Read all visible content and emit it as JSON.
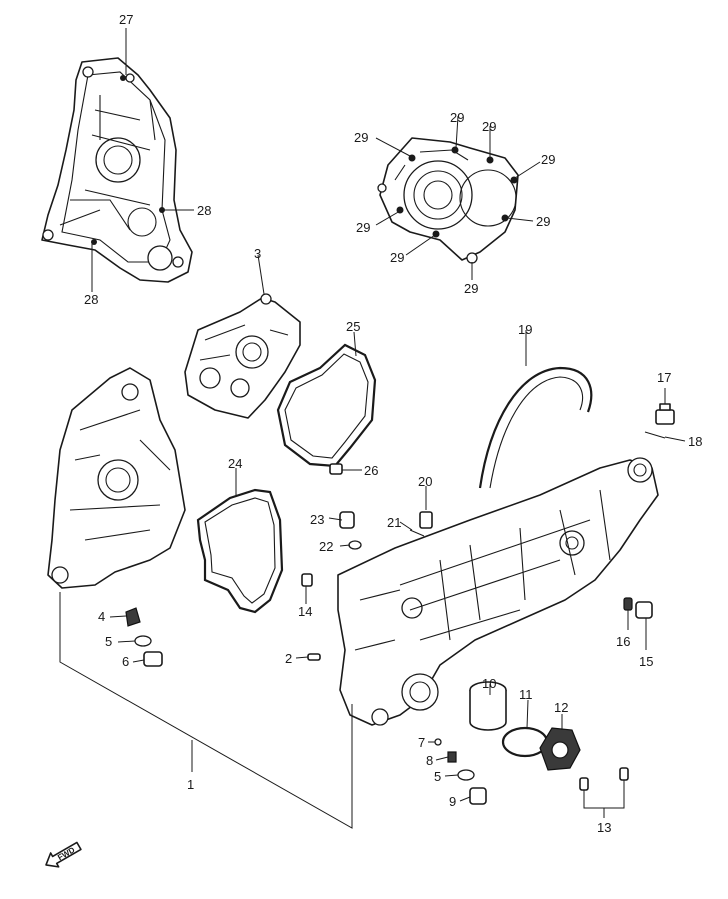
{
  "callouts": [
    {
      "id": "c27",
      "label": "27"
    },
    {
      "id": "c28a",
      "label": "28"
    },
    {
      "id": "c28b",
      "label": "28"
    },
    {
      "id": "c29a",
      "label": "29"
    },
    {
      "id": "c29b",
      "label": "29"
    },
    {
      "id": "c29c",
      "label": "29"
    },
    {
      "id": "c29d",
      "label": "29"
    },
    {
      "id": "c29e",
      "label": "29"
    },
    {
      "id": "c29f",
      "label": "29"
    },
    {
      "id": "c29g",
      "label": "29"
    },
    {
      "id": "c29h",
      "label": "29"
    },
    {
      "id": "c3",
      "label": "3"
    },
    {
      "id": "c25",
      "label": "25"
    },
    {
      "id": "c19",
      "label": "19"
    },
    {
      "id": "c17",
      "label": "17"
    },
    {
      "id": "c18",
      "label": "18"
    },
    {
      "id": "c24",
      "label": "24"
    },
    {
      "id": "c26",
      "label": "26"
    },
    {
      "id": "c20",
      "label": "20"
    },
    {
      "id": "c21",
      "label": "21"
    },
    {
      "id": "c23",
      "label": "23"
    },
    {
      "id": "c22",
      "label": "22"
    },
    {
      "id": "c4",
      "label": "4"
    },
    {
      "id": "c5a",
      "label": "5"
    },
    {
      "id": "c6",
      "label": "6"
    },
    {
      "id": "c14",
      "label": "14"
    },
    {
      "id": "c2",
      "label": "2"
    },
    {
      "id": "c16",
      "label": "16"
    },
    {
      "id": "c15",
      "label": "15"
    },
    {
      "id": "c1",
      "label": "1"
    },
    {
      "id": "c10",
      "label": "10"
    },
    {
      "id": "c11",
      "label": "11"
    },
    {
      "id": "c12",
      "label": "12"
    },
    {
      "id": "c7",
      "label": "7"
    },
    {
      "id": "c8",
      "label": "8"
    },
    {
      "id": "c5b",
      "label": "5"
    },
    {
      "id": "c9",
      "label": "9"
    },
    {
      "id": "c13",
      "label": "13"
    }
  ],
  "fwd_label": "FWD"
}
